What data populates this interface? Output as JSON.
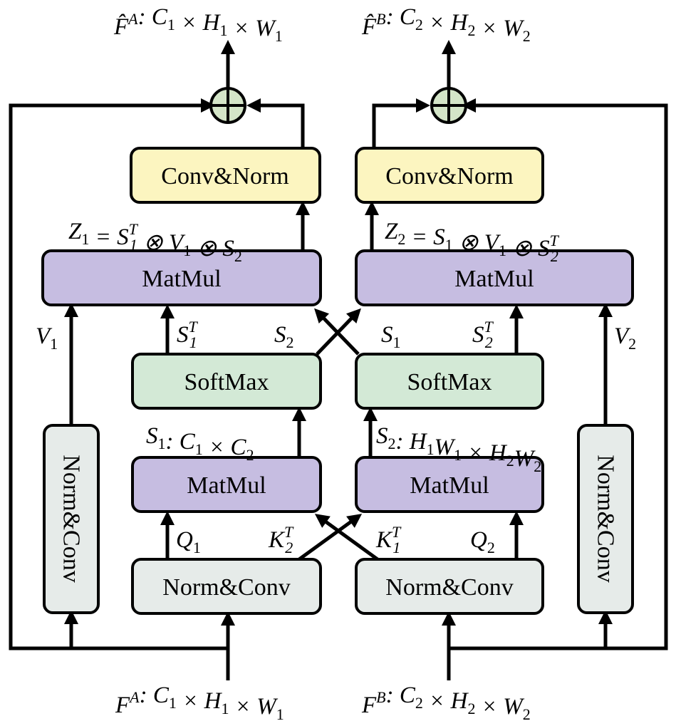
{
  "colors": {
    "conv_norm_fill": "#fcf5c0",
    "matmul_fill": "#c6bde1",
    "softmax_fill": "#d3e9d6",
    "norm_conv_fill": "#e6ebe9",
    "add_node_fill": "#d4e5c8",
    "stroke": "#000000"
  },
  "icons": {
    "add_node": "circle-plus-icon"
  },
  "boxes": {
    "conv_norm_left": "Conv&Norm",
    "conv_norm_right": "Conv&Norm",
    "matmul_top_left": "MatMul",
    "matmul_top_right": "MatMul",
    "softmax_left": "SoftMax",
    "softmax_right": "SoftMax",
    "matmul_mid_left": "MatMul",
    "matmul_mid_right": "MatMul",
    "norm_conv_left": "Norm&Conv",
    "norm_conv_right": "Norm&Conv",
    "norm_conv_side_left": "Norm&Conv",
    "norm_conv_side_right": "Norm&Conv"
  },
  "labels": {
    "output_a": "F̂^A: C_1 × H_1 × W_1",
    "output_b": "F̂^B: C_2 × H_2 × W_2",
    "z1": "Z_1 = S_1^T ⊗ V_1 ⊗ S_2",
    "z2": "Z_2 = S_1 ⊗ V_1 ⊗ S_2^T",
    "v1": "V_1",
    "v2": "V_2",
    "s1t_left": "S_1^T",
    "s2_left": "S_2",
    "s1_right": "S_1",
    "s2t_right": "S_2^T",
    "s1_dim": "S_1: C_1 × C_2",
    "s2_dim": "S_2: H_1W_1 × H_2W_2",
    "q1": "Q_1",
    "k2t": "K_2^T",
    "k1t": "K_1^T",
    "q2": "Q_2",
    "input_a": "F^A: C_1 × H_1 × W_1",
    "input_b": "F^B: C_2 × H_2 × W_2"
  }
}
